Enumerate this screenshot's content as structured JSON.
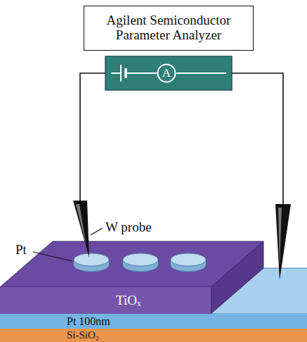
{
  "diagram": {
    "nodes": [
      {
        "text": [
          "Agilent Semiconductor Parameter Analyzer"
        ]
      },
      {
        "text": [
          "A"
        ]
      },
      {
        "text": [
          "TiOₓ"
        ]
      },
      {
        "text": [
          "Pt 100nm"
        ]
      },
      {
        "text": [
          "Si-SiO₂"
        ]
      }
    ],
    "labels": [
      "W probe",
      "Pt"
    ]
  }
}
